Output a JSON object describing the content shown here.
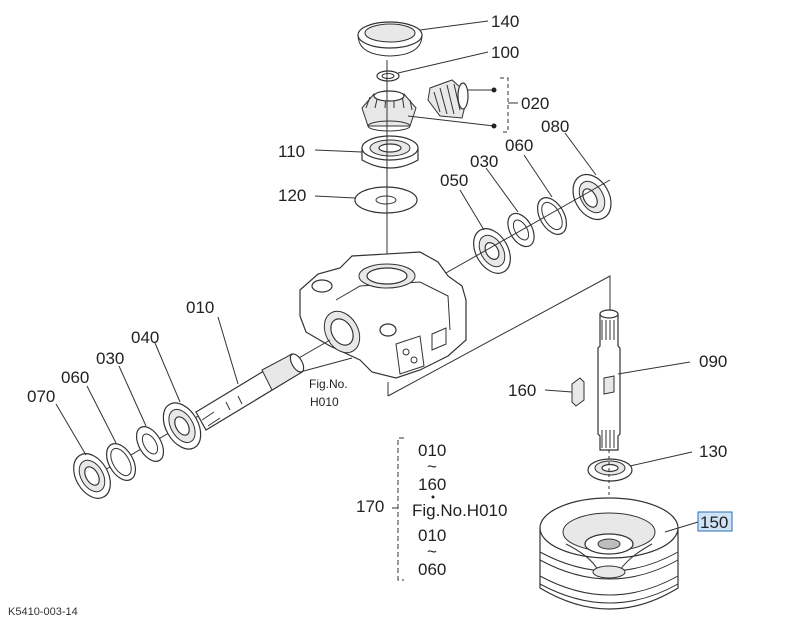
{
  "labels": {
    "p140": "140",
    "p100": "100",
    "p020": "020",
    "p080": "080",
    "p110": "110",
    "p060_upper": "060",
    "p030_upper": "030",
    "p050": "050",
    "p120": "120",
    "p010": "010",
    "p040": "040",
    "p030_lower": "030",
    "p060_lower": "060",
    "p070": "070",
    "p090": "090",
    "p160": "160",
    "p130": "130",
    "p150": "150",
    "p170": "170"
  },
  "fig_ref": {
    "line1": "Fig.No.",
    "line2": "H010"
  },
  "bracket_170": {
    "from1": "010",
    "tilde1": "~",
    "to1": "160",
    "fig": "Fig.No.H010",
    "from2": "010",
    "tilde2": "~",
    "to2": "060"
  },
  "footer_code": "K5410-003-14",
  "highlight_color": "#cfe3f7"
}
